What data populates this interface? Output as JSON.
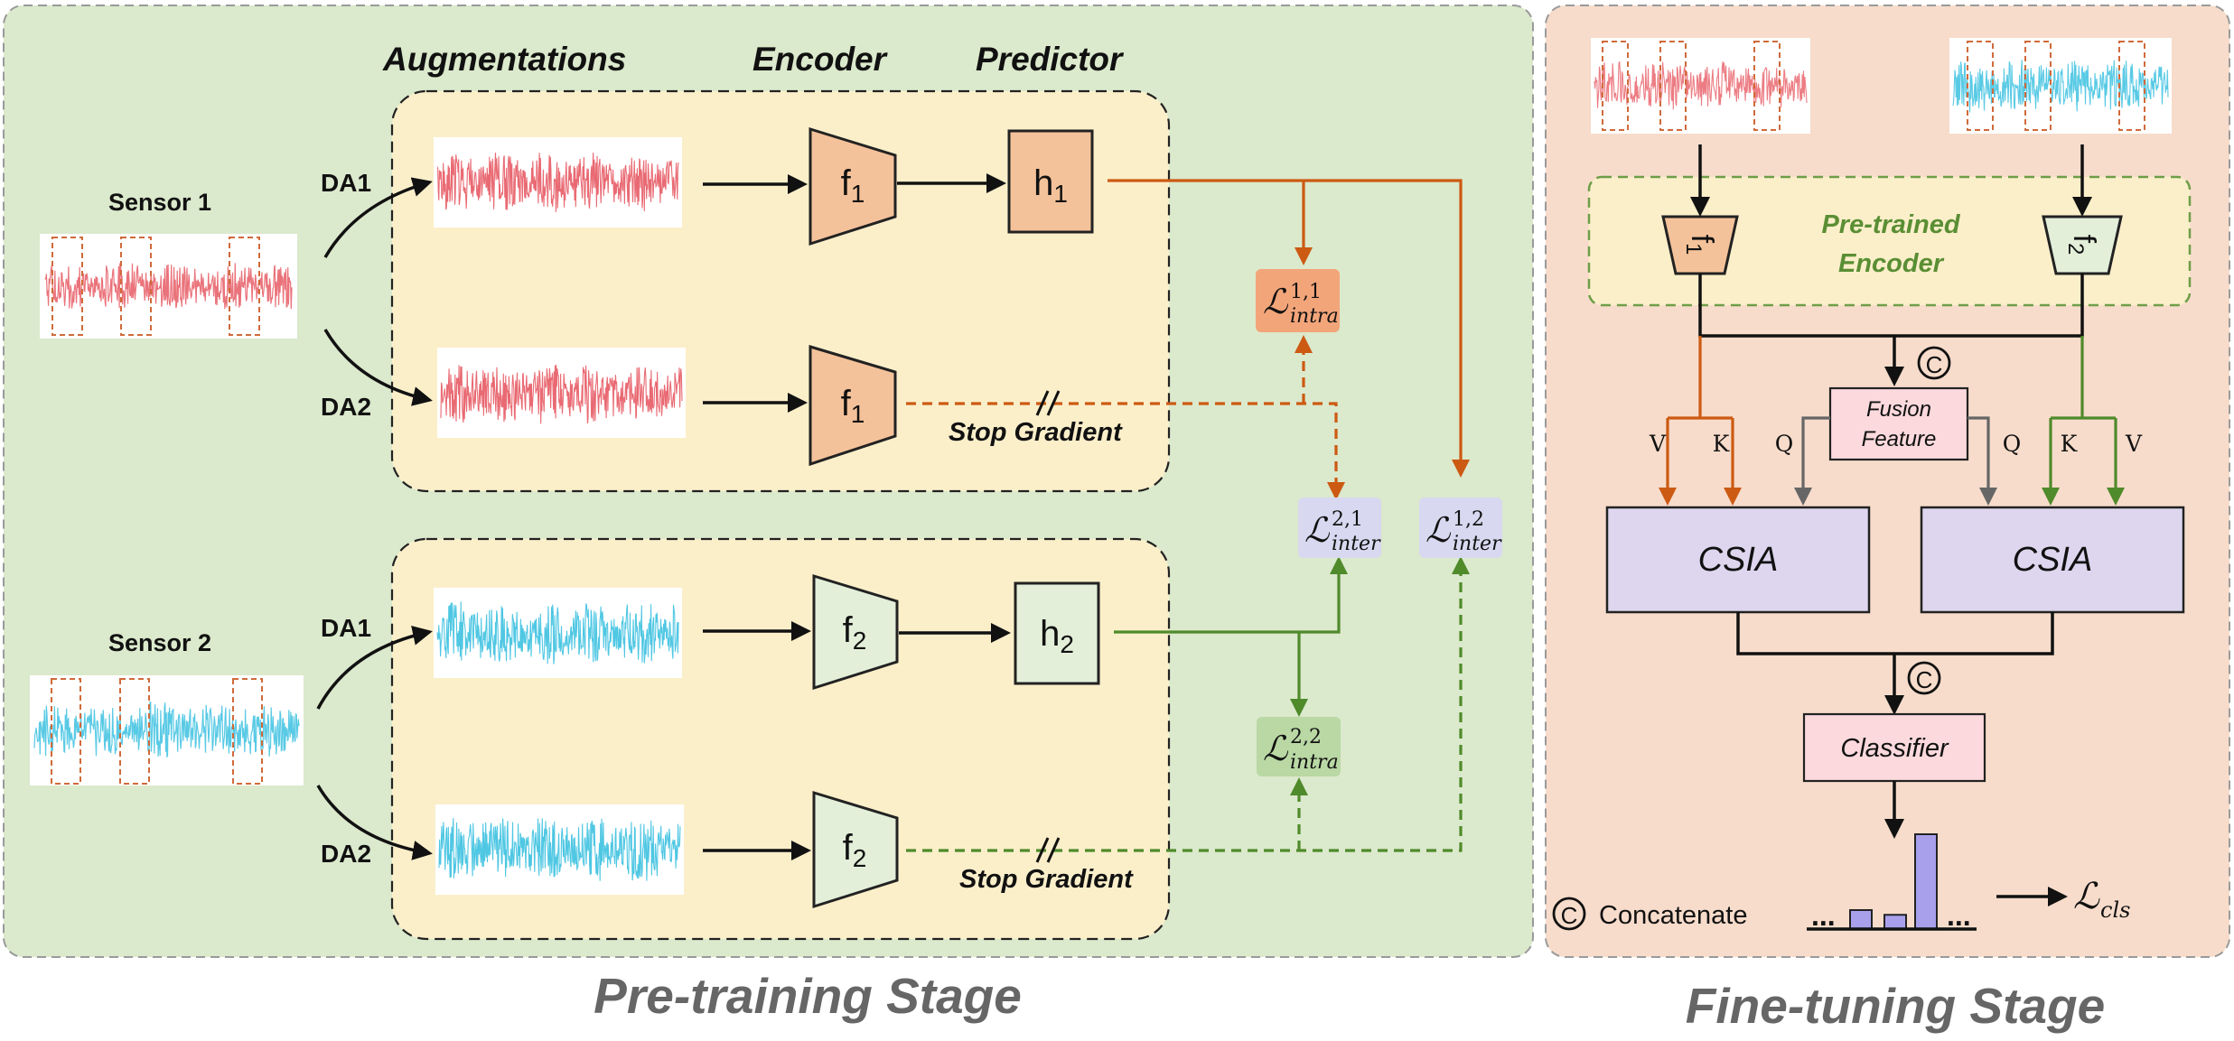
{
  "pretraining": {
    "stage_title": "Pre-training Stage",
    "headers": {
      "augmentations": "Augmentations",
      "encoder": "Encoder",
      "predictor": "Predictor"
    },
    "sensor1_label": "Sensor 1",
    "sensor2_label": "Sensor 2",
    "da1": "DA1",
    "da2": "DA2",
    "f1": "f",
    "f1_sub": "1",
    "f2": "f",
    "f2_sub": "2",
    "h1": "h",
    "h1_sub": "1",
    "h2": "h",
    "h2_sub": "2",
    "stop_gradient": "Stop Gradient",
    "loss_symbol": "ℒ",
    "loss_intra_11": {
      "sup": "1,1",
      "sub": "intra"
    },
    "loss_intra_22": {
      "sup": "2,2",
      "sub": "intra"
    },
    "loss_inter_21": {
      "sup": "2,1",
      "sub": "inter"
    },
    "loss_inter_12": {
      "sup": "1,2",
      "sub": "inter"
    }
  },
  "finetuning": {
    "stage_title": "Fine-tuning Stage",
    "pretrained_encoder_line1": "Pre-trained",
    "pretrained_encoder_line2": "Encoder",
    "f1": "f",
    "f1_sub": "1",
    "f2": "f",
    "f2_sub": "2",
    "fusion_line1": "Fusion",
    "fusion_line2": "Feature",
    "csia": "CSIA",
    "classifier": "Classifier",
    "concat_symbol": "C",
    "concatenate": "Concatenate",
    "v": "V",
    "k": "K",
    "q": "Q",
    "ellipsis": "...",
    "loss_cls_symbol": "ℒ",
    "loss_cls_sub": "cls"
  },
  "colors": {
    "pretrain_bg": "#dbe9cc",
    "finetune_bg": "#f7dccb",
    "aug_box_bg": "#fbefca",
    "orange": "#cc5a12",
    "green": "#4f8a2b",
    "red_signal": "#e5505a",
    "blue_signal": "#3cc1e0",
    "encoder_orange": "#f4c29a",
    "encoder_green": "#e3efd9",
    "csia_purple": "#ddd6ee",
    "classifier_pink": "#fbd9dc",
    "loss_orange_bg": "#f3a57a",
    "loss_green_bg": "#b9d8a4",
    "loss_purple_bg": "#d8d8f0",
    "bar_purple": "#a9a0ec"
  },
  "classifier_output": {
    "bars": [
      0.2,
      0.15,
      1.0
    ]
  }
}
